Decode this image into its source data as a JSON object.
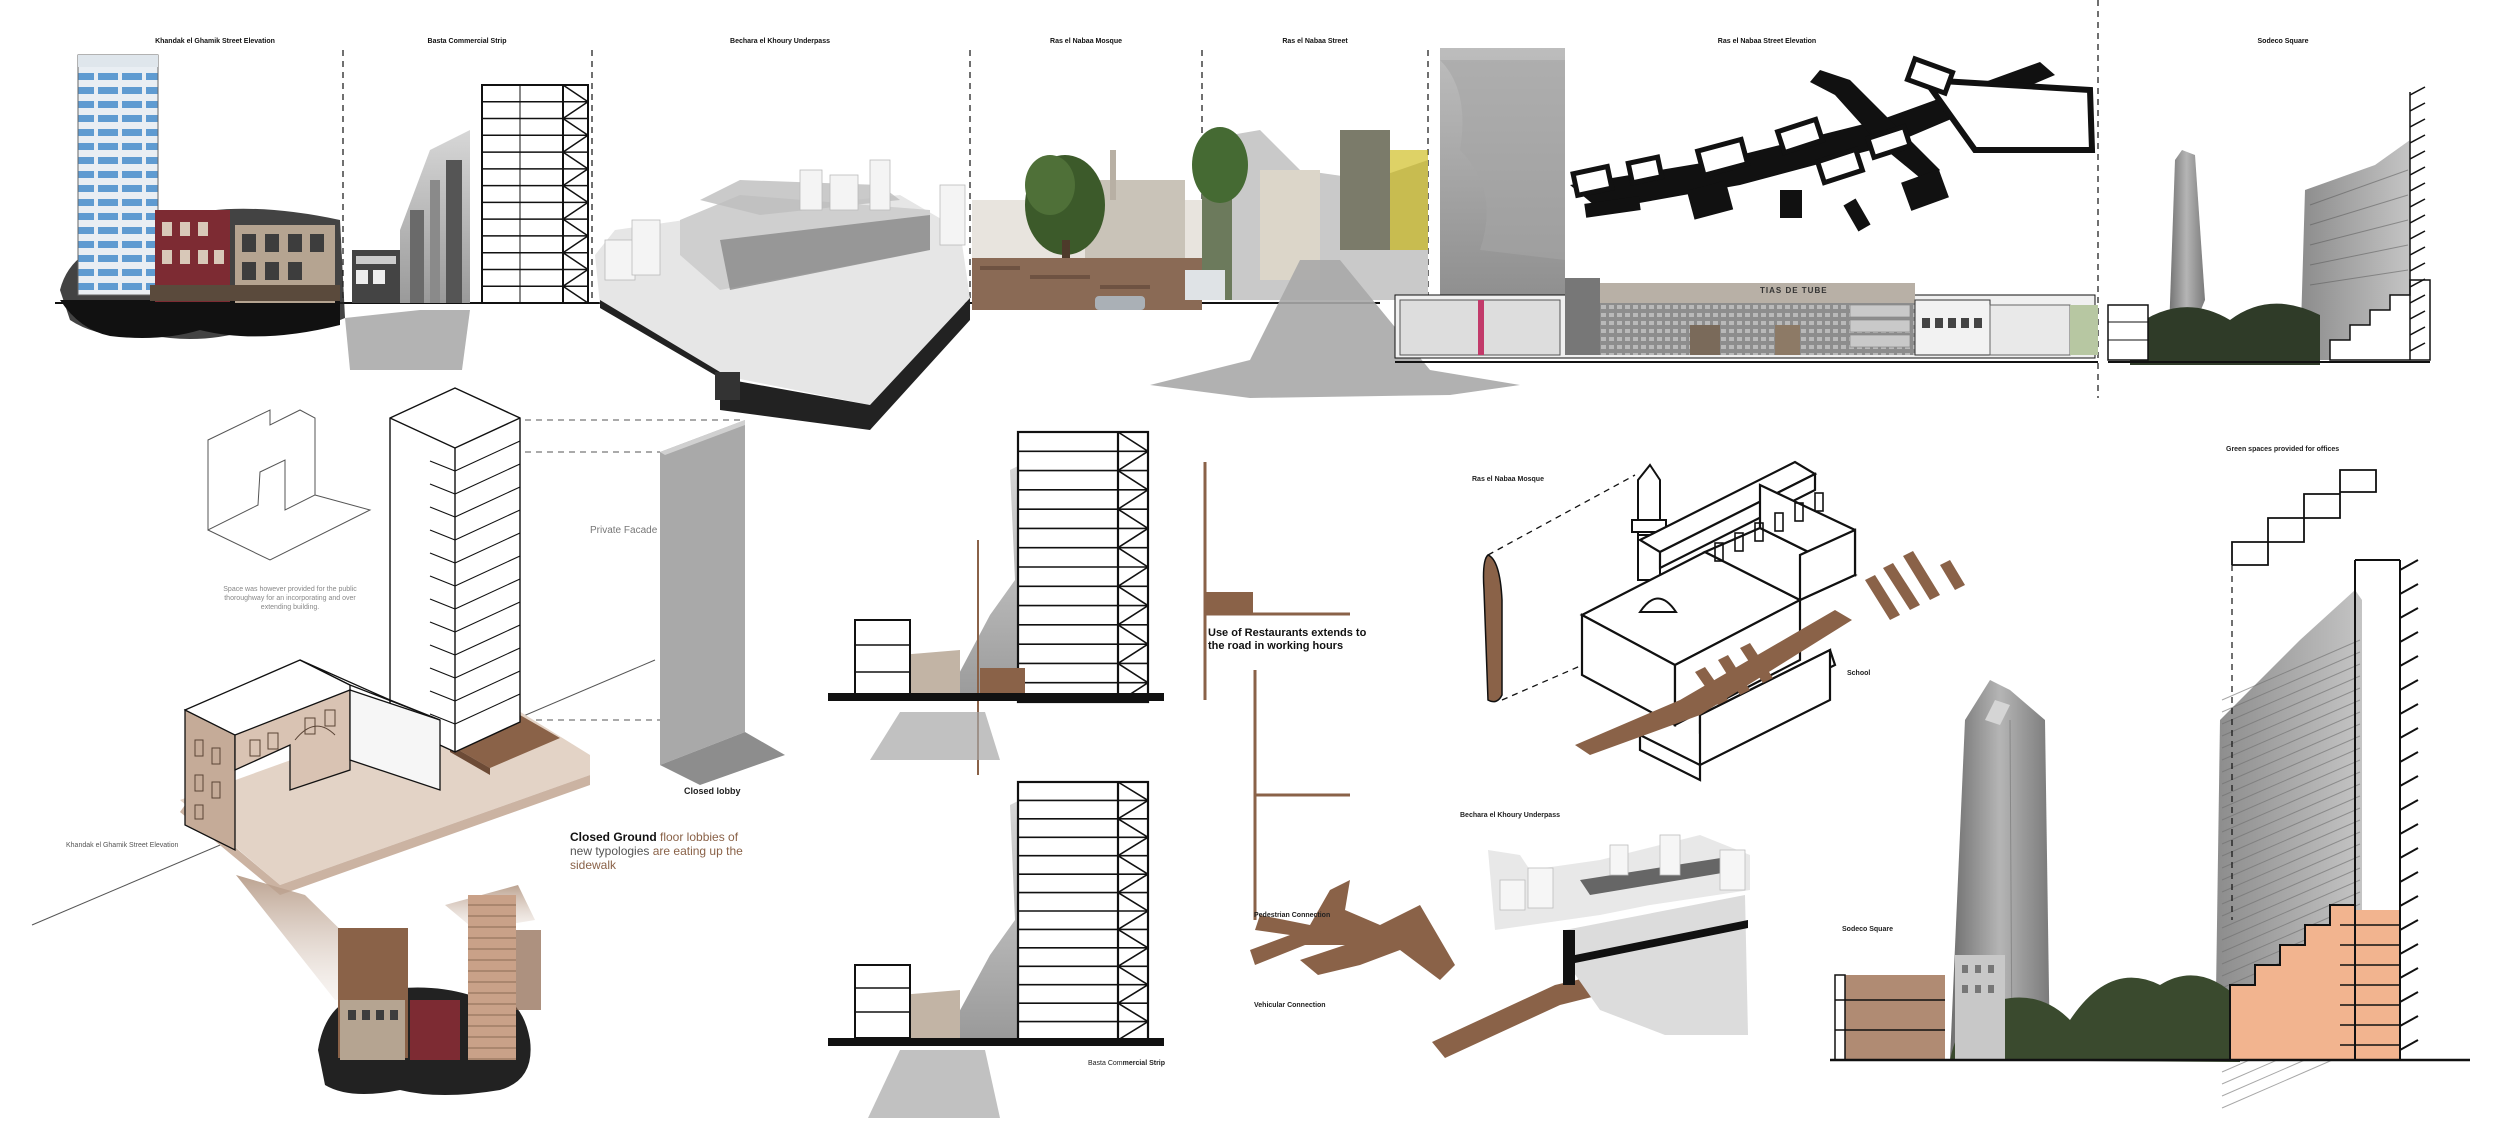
{
  "palette": {
    "brown": "#8a6248",
    "brown_light": "#a07a60",
    "peach": "#f2b48f",
    "ink": "#111111",
    "grey": "#9a9a9a",
    "grey_light": "#d9d9d9"
  },
  "strip": {
    "titles": [
      "Khandak el Ghamik Street Elevation",
      "Basta Commercial Strip",
      "Bechara el Khoury Underpass",
      "Ras el Nabaa Mosque",
      "Ras el Nabaa Street",
      "Ras el Nabaa Street Elevation",
      "Sodeco Square"
    ],
    "shop_sign": "TIAS DE TUBE"
  },
  "axon": {
    "note": "Space was however provided for the public thoroughway for an incorporating and over extending building.",
    "private_facade": "Private Facade",
    "closed_lobby": "Closed lobby",
    "elevation_label": "Khandak el Ghamik Street Elevation",
    "callout_part1": "Closed Ground",
    "callout_part2": " floor lobbies of ",
    "callout_part3": "new typologies",
    "callout_part4": " are eating up the sidewalk"
  },
  "basta": {
    "restaurants": "Use of Restaurants extends to the road in working hours",
    "label_a": "Basta Com",
    "label_b": "mercial Strip"
  },
  "mosque": {
    "title": "Ras el Nabaa Mosque",
    "school": "School",
    "underpass": "Bechara el Khoury Underpass",
    "pedestrian": "Pedestrian Connection",
    "vehicular": "Vehicular Connection"
  },
  "sodeco": {
    "green": "Green spaces provided for offices",
    "square": "Sodeco Square"
  }
}
